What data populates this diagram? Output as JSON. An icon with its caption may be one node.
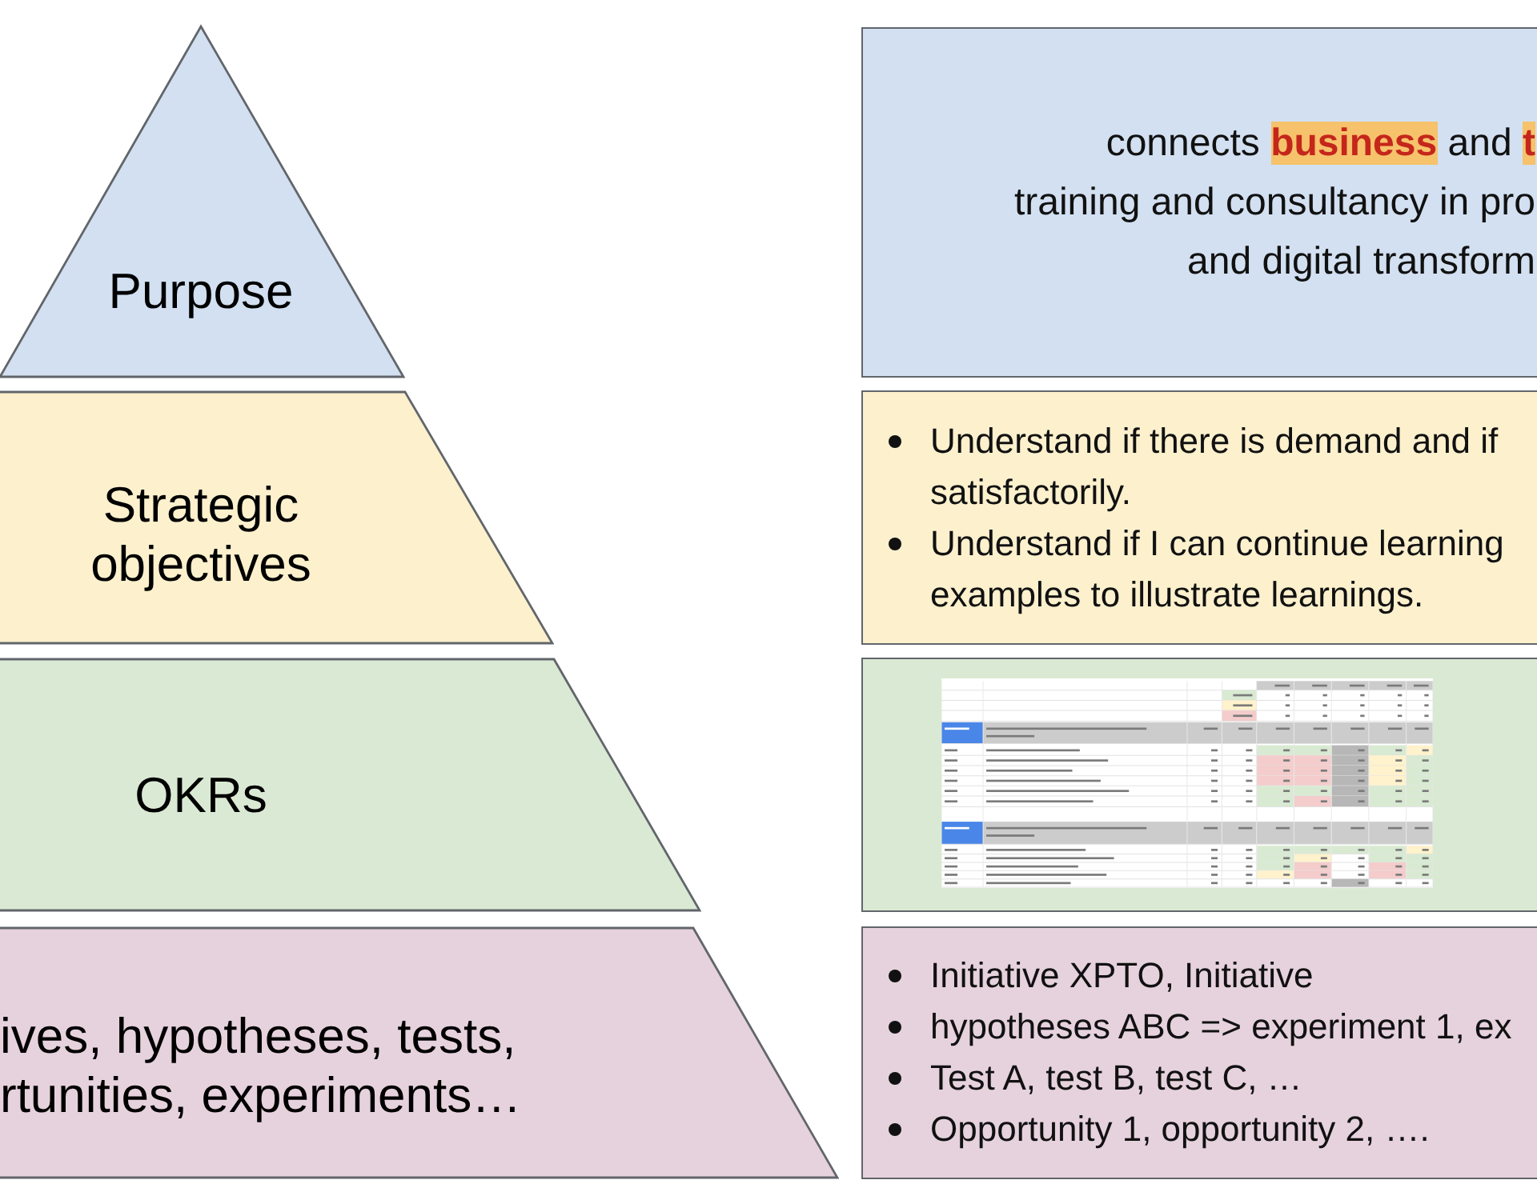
{
  "diagram": {
    "nodes": [
      {
        "text": [
          "Purpose"
        ]
      },
      {
        "text": [
          "connects **business** and **t** training and consultancy in pro and digital transform"
        ]
      },
      {
        "text": [
          "Strategic objectives"
        ]
      },
      {
        "text": [
          "Understand if there is demand and if satisfactorily.",
          "Understand if I can continue learning examples to illustrate learnings."
        ]
      },
      {
        "text": [
          "OKRs"
        ]
      },
      {
        "text": [],
        "shape": "box"
      },
      {
        "text": [],
        "shape": "picture",
        "in": 5
      },
      {
        "text": [
          "ives, hypotheses, tests, rtunities, experiments…"
        ]
      },
      {
        "text": [
          "Initiative XPTO, Initiative",
          "hypotheses ABC => experiment 1, ex",
          "Test A, test B, test C, …",
          "Opportunity 1, opportunity 2, …."
        ]
      }
    ]
  }
}
